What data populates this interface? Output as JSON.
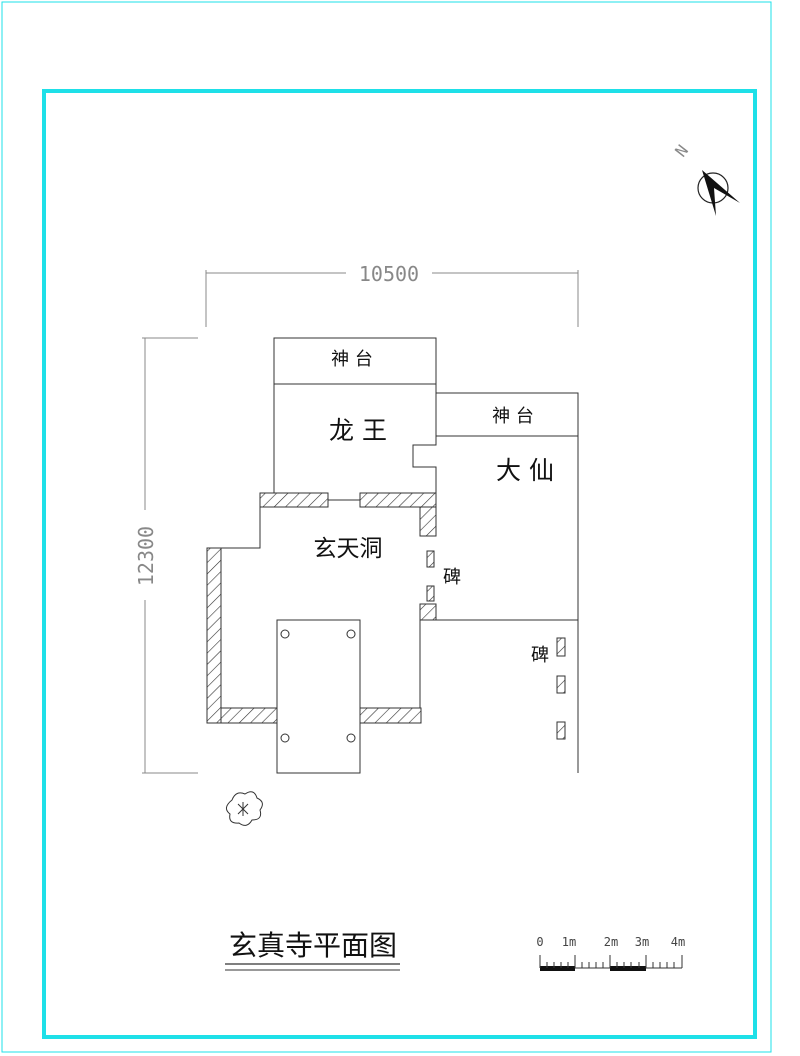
{
  "plan": {
    "title": "玄真寺平面图",
    "north_label": "N",
    "dimensions": {
      "width": "10500",
      "height": "12300"
    },
    "rooms": {
      "altar_top": "神 台",
      "longwang": "龙 王",
      "altar_right": "神 台",
      "daxian": "大 仙",
      "xuantiandong": "玄天洞"
    },
    "steles": {
      "center": "碑",
      "right": "碑"
    },
    "scale_bar": {
      "labels": [
        "0",
        "1m",
        "2m",
        "3m",
        "4m"
      ]
    }
  },
  "colors": {
    "frame": "#1ee0e8",
    "lines": "#333333",
    "dimension": "#888888"
  }
}
